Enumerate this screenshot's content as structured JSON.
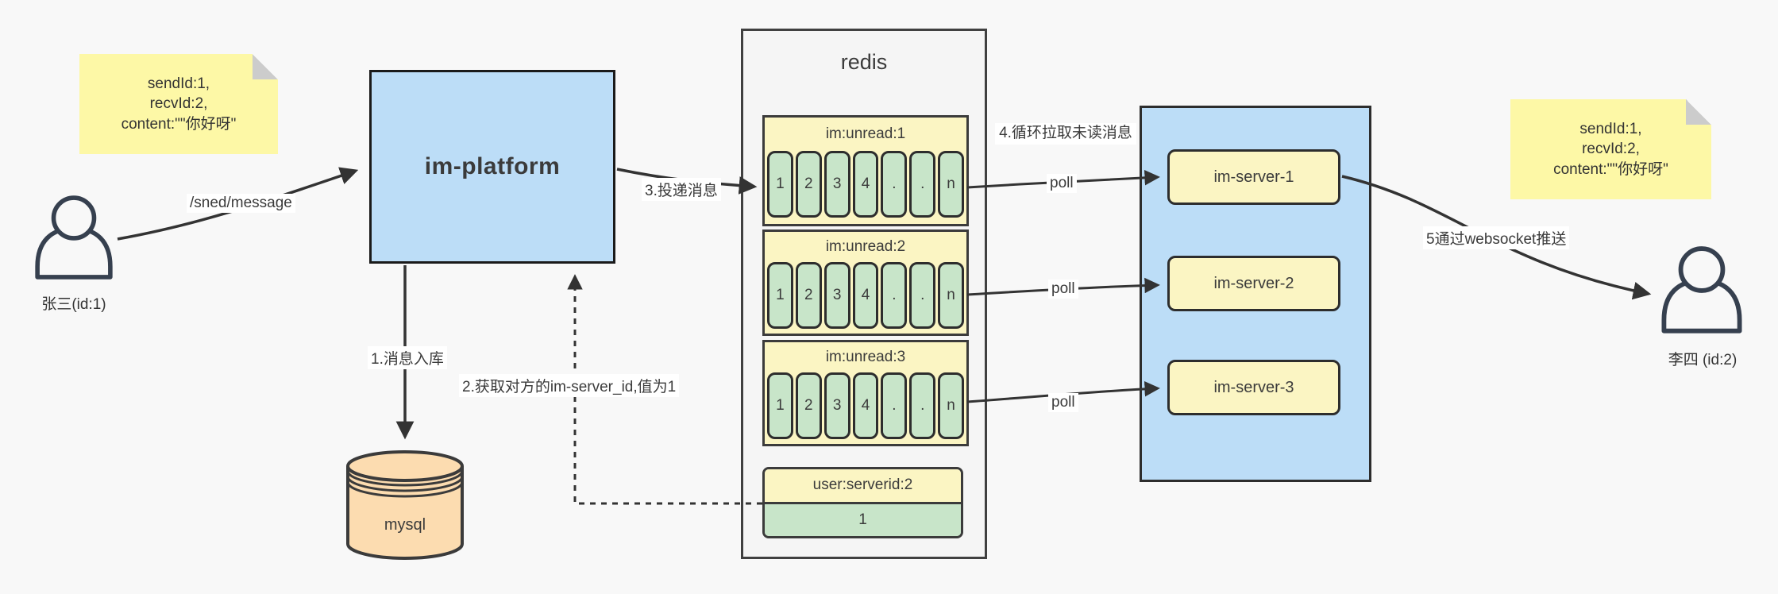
{
  "diagram_title": "im message flow diagram",
  "colors": {
    "background": "#f8f8f8",
    "note_yellow": "#fdf8a6",
    "container_blue": "#bcddf7",
    "box_yellow": "#fbf5c3",
    "cell_green": "#c8e5c9",
    "db_orange": "#fcdcb0",
    "stroke_dark": "#333333",
    "person_stroke": "#36404f"
  },
  "notes": {
    "sender": {
      "lines": [
        "sendId:1,",
        "recvId:2,",
        "content:\"\"你好呀\""
      ]
    },
    "receiver": {
      "lines": [
        "sendId:1,",
        "recvId:2,",
        "content:\"\"你好呀\""
      ]
    }
  },
  "actors": {
    "sender": "张三(id:1)",
    "receiver": "李四 (id:2)"
  },
  "platform": {
    "label": "im-platform"
  },
  "database": {
    "label": "mysql"
  },
  "redis": {
    "title": "redis",
    "queues": [
      {
        "name": "im:unread:1",
        "cells": [
          "1",
          "2",
          "3",
          "4",
          ".",
          ".",
          "n"
        ]
      },
      {
        "name": "im:unread:2",
        "cells": [
          "1",
          "2",
          "3",
          "4",
          ".",
          ".",
          "n"
        ]
      },
      {
        "name": "im:unread:3",
        "cells": [
          "1",
          "2",
          "3",
          "4",
          ".",
          ".",
          "n"
        ]
      }
    ],
    "kv": {
      "key": "user:serverid:2",
      "value": "1"
    }
  },
  "servers": [
    "im-server-1",
    "im-server-2",
    "im-server-3"
  ],
  "edges": {
    "send": "/sned/message",
    "store": "1.消息入库",
    "lookup": "2.获取对方的im-server_id,值为1",
    "deliver": "3.投递消息",
    "pull": "4.循环拉取未读消息",
    "poll": "poll",
    "push": "5通过websocket推送"
  }
}
